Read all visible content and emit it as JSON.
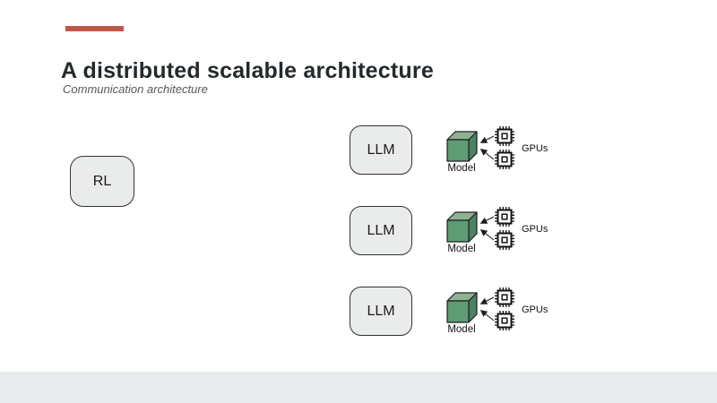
{
  "slide": {
    "title": "A distributed scalable architecture",
    "subtitle": "Communication architecture",
    "accent_color": "#bf5747",
    "footer_color": "#e7ebeb"
  },
  "diagram": {
    "rl_node": {
      "label": "RL"
    },
    "llm_rows": [
      {
        "llm_label": "LLM",
        "model_label": "Model",
        "gpus_label": "GPUs"
      },
      {
        "llm_label": "LLM",
        "model_label": "Model",
        "gpus_label": "GPUs"
      },
      {
        "llm_label": "LLM",
        "model_label": "Model",
        "gpus_label": "GPUs"
      }
    ],
    "icons": {
      "model": "green-cube-icon",
      "gpu": "chip-icon"
    },
    "cube_colors": {
      "front": "#5d9c74",
      "top": "#8cb493",
      "side": "#4b8261"
    },
    "node_fill": "#eaeceb",
    "node_border": "#2f3337"
  }
}
